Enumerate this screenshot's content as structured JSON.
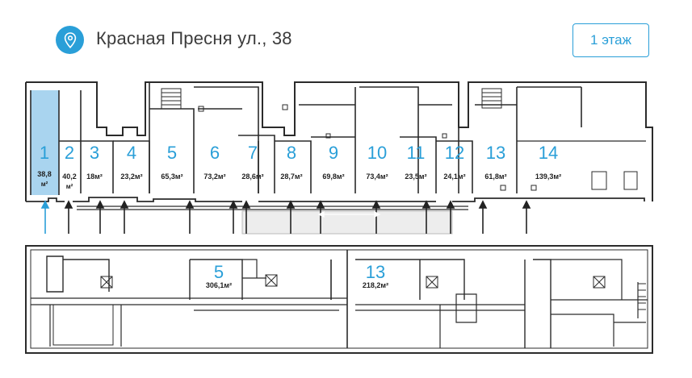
{
  "header": {
    "address": "Красная Пресня ул., 38",
    "floor_button": "1 этаж",
    "icon": "location-pin-icon"
  },
  "colors": {
    "accent": "#2a9fd8",
    "selected_unit": "#a9d4ef",
    "wall": "#2b2b2b",
    "number": "#2a9fd8"
  },
  "upper_floor": {
    "units": [
      {
        "num": "1",
        "area": "38,8",
        "unit": "м²",
        "selected": true
      },
      {
        "num": "2",
        "area": "40,2",
        "unit": "м²"
      },
      {
        "num": "3",
        "area": "18м²"
      },
      {
        "num": "4",
        "area": "23,2м²"
      },
      {
        "num": "5",
        "area": "65,3м²"
      },
      {
        "num": "6",
        "area": "73,2м²"
      },
      {
        "num": "7",
        "area": "28,6м²"
      },
      {
        "num": "8",
        "area": "28,7м²"
      },
      {
        "num": "9",
        "area": "69,8м²"
      },
      {
        "num": "10",
        "area": "73,4м²"
      },
      {
        "num": "11",
        "area": "23,5м²"
      },
      {
        "num": "12",
        "area": "24,1м²"
      },
      {
        "num": "13",
        "area": "61,8м²"
      },
      {
        "num": "14",
        "area": "139,3м²"
      }
    ]
  },
  "lower_floor": {
    "units": [
      {
        "num": "5",
        "area": "306,1м²"
      },
      {
        "num": "13",
        "area": "218,2м²"
      }
    ]
  }
}
